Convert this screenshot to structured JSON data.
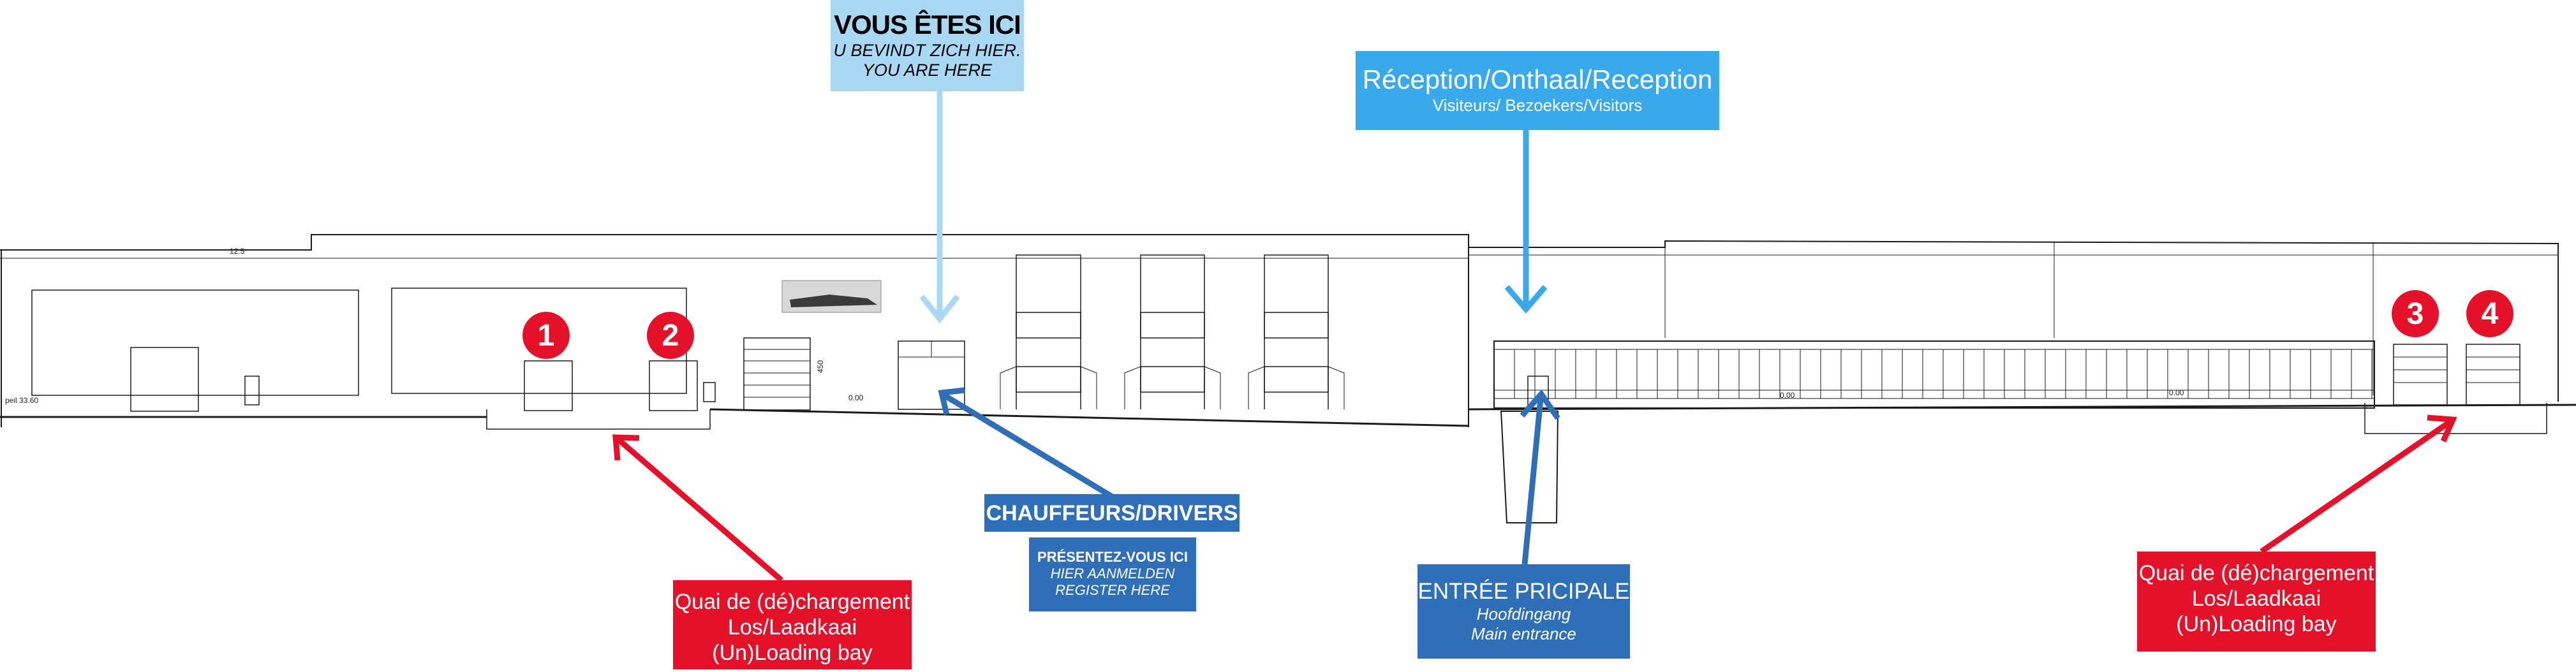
{
  "you_are_here": {
    "title": "VOUS ÊTES ICI",
    "line_nl": "U BEVINDT ZICH HIER.",
    "line_en": "YOU ARE HERE"
  },
  "reception": {
    "title": "Réception/Onthaal/Reception",
    "subtitle": "Visiteurs/ Bezoekers/Visitors"
  },
  "drivers": {
    "title": "CHAUFFEURS/DRIVERS",
    "line_fr": "PRÉSENTEZ-VOUS ICI",
    "line_nl": "HIER AANMELDEN",
    "line_en": "REGISTER HERE"
  },
  "main_entrance": {
    "title": "ENTRÉE PRICIPALE",
    "line_nl": "Hoofdingang",
    "line_en": "Main entrance"
  },
  "loading_bay_left": {
    "line_fr": "Quai de (dé)chargement",
    "line_nl": "Los/Laadkaai",
    "line_en": "(Un)Loading bay"
  },
  "loading_bay_right": {
    "line_fr": "Quai de (dé)chargement",
    "line_nl": "Los/Laadkaai",
    "line_en": "(Un)Loading bay"
  },
  "bays": [
    "1",
    "2",
    "3",
    "4"
  ],
  "dimension_notes": {
    "roof_height": "12.5",
    "door_height": "450",
    "level_left": "0.00",
    "level_mid": "0.00",
    "level_right": "0.00",
    "ground_level": "peil 33.60"
  },
  "colors": {
    "red": "#e3122a",
    "dark_blue": "#2f6fb7",
    "mid_blue": "#3aa9ec",
    "light_blue": "#a9d8f5",
    "line": "#1a1a1a"
  }
}
